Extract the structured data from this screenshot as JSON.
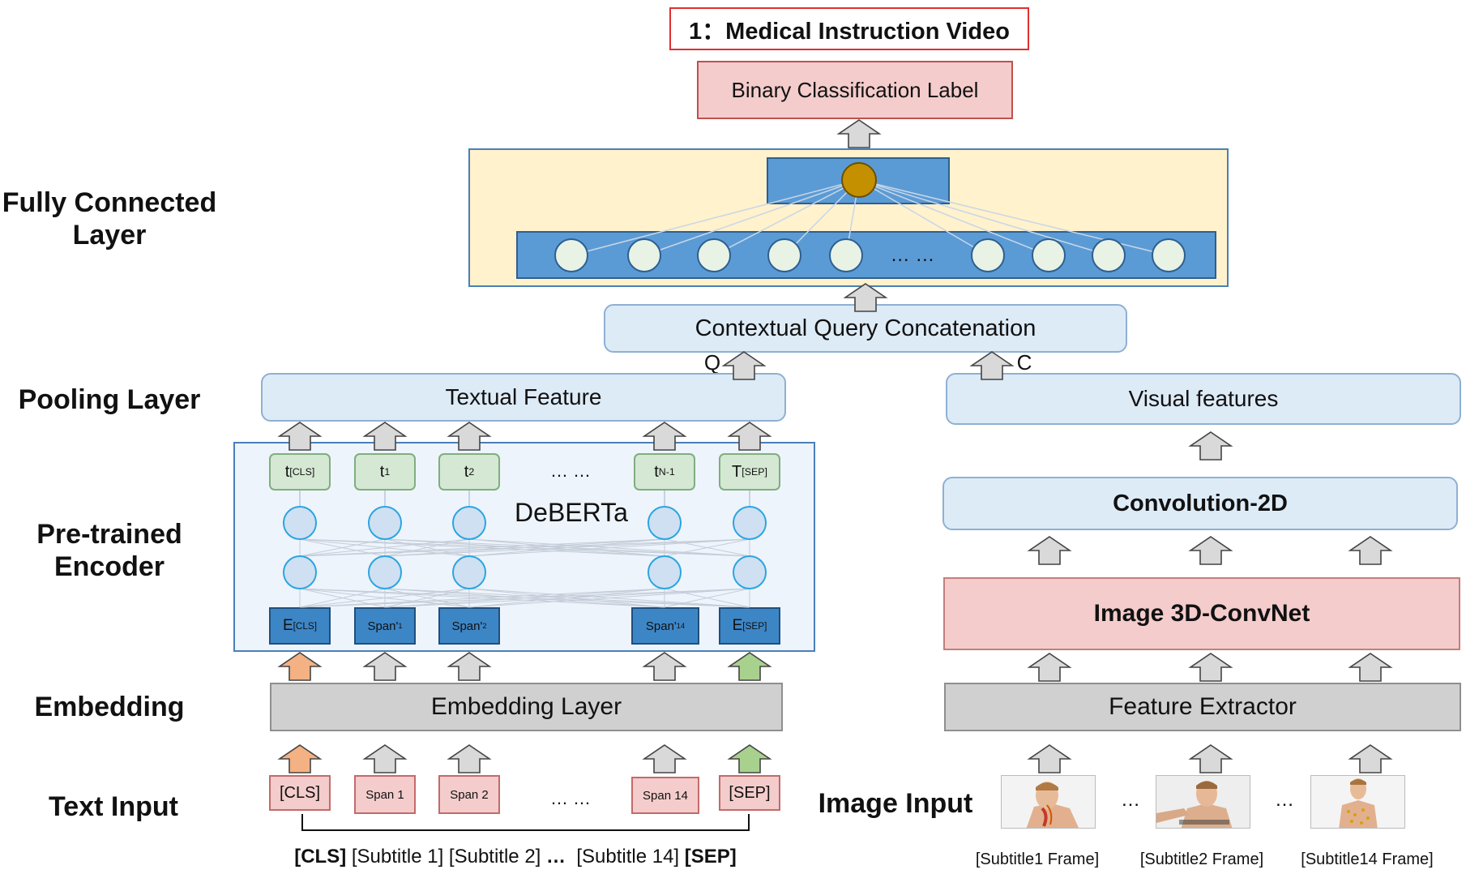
{
  "title": "1：Medical Instruction Video",
  "output": "Binary Classification Label",
  "layer_labels": {
    "fully_connected": "Fully Connected Layer",
    "pooling": "Pooling Layer",
    "encoder": "Pre-trained Encoder",
    "embedding": "Embedding",
    "text_input": "Text Input",
    "image_input": "Image Input"
  },
  "fc_ellipsis": "… …",
  "concat": "Contextual Query Concatenation",
  "q_label": "Q",
  "c_label": "C",
  "textual_feature": "Textual Feature",
  "visual_features": "Visual features",
  "encoder_name": "DeBERTa",
  "token_ellipsis": "… …",
  "tokens": [
    {
      "base": "t",
      "sub": "[CLS]"
    },
    {
      "base": "t",
      "sub": "1"
    },
    {
      "base": "t",
      "sub": "2"
    },
    {
      "base": "t",
      "sub": "N-1"
    },
    {
      "base": "T",
      "sub": "[SEP]"
    }
  ],
  "embeddings": [
    {
      "base": "E",
      "sub": "[CLS]"
    },
    {
      "base": "Span'",
      "sub": "1"
    },
    {
      "base": "Span'",
      "sub": "2"
    },
    {
      "base": "Span'",
      "sub": "14"
    },
    {
      "base": "E",
      "sub": "[SEP]"
    }
  ],
  "embedding_layer": "Embedding Layer",
  "text_inputs": [
    "[CLS]",
    "Span 1",
    "Span 2",
    "Span 14",
    "[SEP]"
  ],
  "text_input_ellipsis": "… …",
  "text_sequence": {
    "cls": "[CLS]",
    "middle": " [Subtitle 1] [Subtitle 2] ",
    "dots": "…",
    "after": "  [Subtitle 14] ",
    "sep": "[SEP]"
  },
  "convolution": "Convolution-2D",
  "convnet": "Image 3D-ConvNet",
  "feature_extractor": "Feature Extractor",
  "frame_ellipsis": "…",
  "frame_captions": [
    "[Subtitle1 Frame]",
    "[Subtitle2 Frame]",
    "[Subtitle14 Frame]"
  ],
  "colors": {
    "fc_panel": "#fff2cc",
    "fc_bar": "#5b9bd5",
    "output_neuron": "#c49000",
    "light_blue_box": "#ddebf7",
    "gray_box": "#d0d0d0",
    "pink_box": "#f4cccc",
    "token_green": "#d5e8d4",
    "embedding_blue": "#3d86c6",
    "arrow_orange": "#f4b183",
    "arrow_green": "#a9d18e",
    "arrow_gray": "#d9d9d9",
    "title_border": "#e03030"
  }
}
